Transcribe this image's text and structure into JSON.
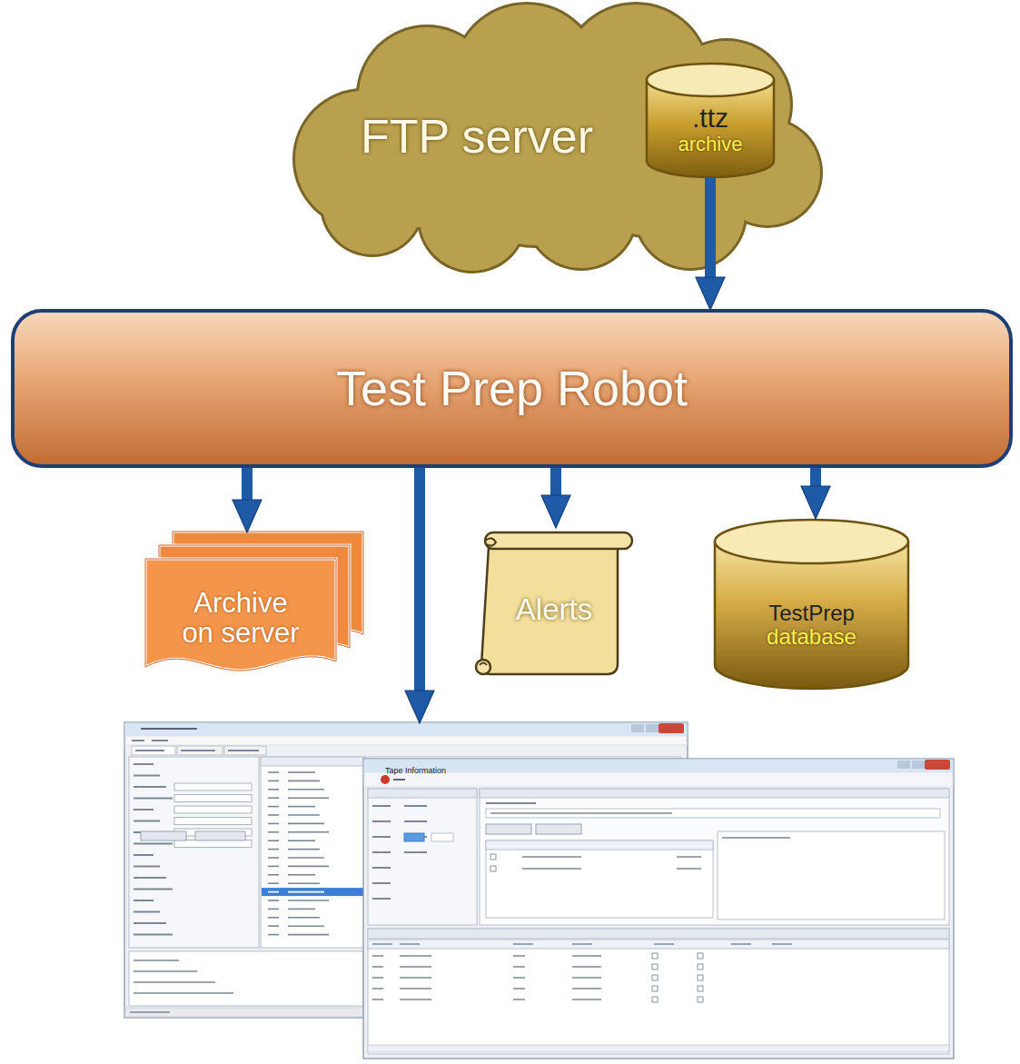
{
  "diagram": {
    "nodes": [
      {
        "text": [
          "FTP server"
        ]
      },
      {
        "text": [
          ".ttz",
          "archive"
        ],
        "in": 0
      },
      {
        "text": [
          "Test Prep Robot"
        ]
      },
      {
        "text": [
          "Archive on server"
        ]
      },
      {
        "text": [
          "Alerts"
        ]
      },
      {
        "text": [
          "TestPrep",
          "database"
        ]
      },
      {
        "text": [
          "Tape Information"
        ]
      }
    ],
    "edges": [
      {
        "from": 1,
        "to": 2,
        "arrow": "to"
      },
      {
        "from": 2,
        "to": 3,
        "arrow": "to"
      },
      {
        "from": 2,
        "to": 6,
        "arrow": "to"
      },
      {
        "from": 2,
        "to": 4,
        "arrow": "to"
      },
      {
        "from": 2,
        "to": 5,
        "arrow": "to"
      }
    ]
  }
}
